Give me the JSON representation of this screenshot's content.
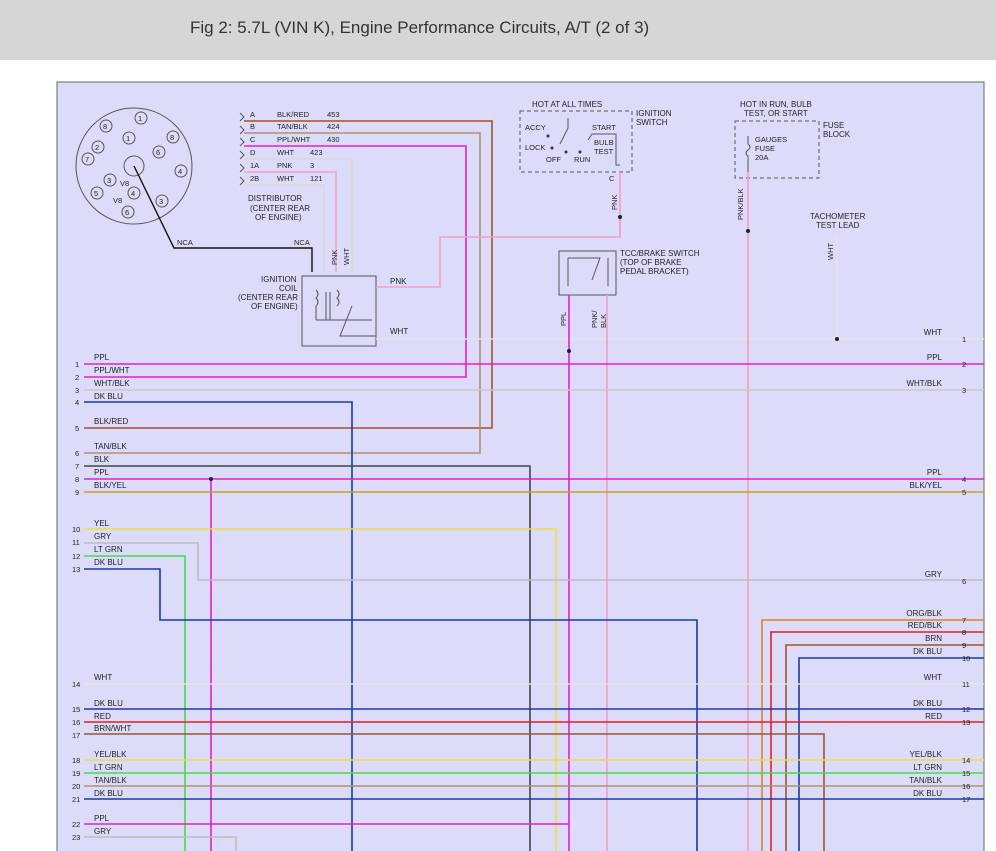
{
  "page": {
    "title": "Fig 2: 5.7L (VIN K), Engine Performance Circuits, A/T (2 of 3)"
  },
  "colors": {
    "background": "#dcdcfa",
    "pink": "#f0a0c8",
    "magenta": "#e020d0",
    "brown": "#a0522d",
    "tan": "#b09070",
    "gray": "#bdbdbd",
    "white": "#e4e4e4",
    "blue": "#1a3aa8",
    "dark": "#333333",
    "yellow": "#e8e040",
    "green": "#40e040",
    "red": "#e02020",
    "orange": "#e08020"
  },
  "distributor": {
    "pins": [
      {
        "letter": "A",
        "color": "BLK/RED",
        "circuit": "453"
      },
      {
        "letter": "B",
        "color": "TAN/BLK",
        "circuit": "424"
      },
      {
        "letter": "C",
        "color": "PPL/WHT",
        "circuit": "430"
      },
      {
        "letter": "D",
        "color": "WHT",
        "circuit": "423"
      },
      {
        "letter": "1A",
        "color": "PNK",
        "circuit": "3"
      },
      {
        "letter": "2B",
        "color": "WHT",
        "circuit": "121"
      }
    ],
    "cap_numbers": [
      "1",
      "2",
      "3",
      "4",
      "5",
      "6",
      "7",
      "8"
    ],
    "cap_label_v8a": "V8",
    "cap_label_v8b": "V8",
    "label": [
      "DISTRIBUTOR",
      "(CENTER REAR",
      "OF ENGINE)"
    ],
    "nca_left": "NCA",
    "nca_right": "NCA"
  },
  "coil": {
    "label": [
      "IGNITION",
      "COIL",
      "(CENTER REAR",
      "OF ENGINE)"
    ],
    "pnk": "PNK",
    "wht": "WHT",
    "vpnk": "PNK",
    "vwht": "WHT"
  },
  "ignition_switch": {
    "hot_label": "HOT AT ALL TIMES",
    "label": [
      "IGNITION",
      "SWITCH"
    ],
    "positions": [
      "ACCY",
      "LOCK",
      "OFF",
      "RUN",
      "START",
      "BULB",
      "TEST"
    ],
    "terminal": "C",
    "wire": "PNK"
  },
  "fuse_block": {
    "hot_label": [
      "HOT IN RUN, BULB",
      "TEST, OR START"
    ],
    "label": [
      "FUSE",
      "BLOCK"
    ],
    "fuse": [
      "GAUGES",
      "FUSE",
      "20A"
    ],
    "wire": "PNK/BLK"
  },
  "tach": {
    "label": [
      "TACHOMETER",
      "TEST LEAD"
    ],
    "wire": "WHT"
  },
  "tcc": {
    "label": [
      "TCC/BRAKE SWITCH",
      "(TOP OF BRAKE",
      "PEDAL BRACKET)"
    ],
    "left_wire": "PPL",
    "right_wire": [
      "PNK/",
      "BLK"
    ]
  },
  "left_connector": [
    {
      "pin": "1",
      "label": "PPL"
    },
    {
      "pin": "",
      "label": "PPL/WHT"
    },
    {
      "pin": "2",
      "label": "WHT/BLK"
    },
    {
      "pin": "3",
      "label": "DK BLU"
    },
    {
      "pin": "4",
      "label": ""
    },
    {
      "pin": "",
      "label": "BLK/RED"
    },
    {
      "pin": "5",
      "label": ""
    },
    {
      "pin": "",
      "label": "TAN/BLK"
    },
    {
      "pin": "6",
      "label": "BLK"
    },
    {
      "pin": "7",
      "label": "PPL"
    },
    {
      "pin": "8",
      "label": "BLK/YEL"
    },
    {
      "pin": "9",
      "label": ""
    },
    {
      "pin": "",
      "label": "YEL"
    },
    {
      "pin": "10",
      "label": "GRY"
    },
    {
      "pin": "11",
      "label": "LT GRN"
    },
    {
      "pin": "12",
      "label": "DK BLU"
    },
    {
      "pin": "13",
      "label": ""
    },
    {
      "pin": "",
      "label": "WHT"
    },
    {
      "pin": "14",
      "label": ""
    },
    {
      "pin": "",
      "label": "DK BLU"
    },
    {
      "pin": "15",
      "label": "RED"
    },
    {
      "pin": "16",
      "label": "BRN/WHT"
    },
    {
      "pin": "17",
      "label": ""
    },
    {
      "pin": "",
      "label": "YEL/BLK"
    },
    {
      "pin": "18",
      "label": "LT GRN"
    },
    {
      "pin": "19",
      "label": "TAN/BLK"
    },
    {
      "pin": "20",
      "label": "DK BLU"
    },
    {
      "pin": "21",
      "label": ""
    },
    {
      "pin": "",
      "label": "PPL"
    },
    {
      "pin": "22",
      "label": "GRY"
    },
    {
      "pin": "23",
      "label": ""
    }
  ],
  "right_connector": [
    {
      "pin": "1",
      "label": "WHT"
    },
    {
      "pin": "2",
      "label": "PPL"
    },
    {
      "pin": "3",
      "label": "WHT/BLK"
    },
    {
      "pin": "4",
      "label": "PPL"
    },
    {
      "pin": "5",
      "label": "BLK/YEL"
    },
    {
      "pin": "6",
      "label": "GRY"
    },
    {
      "pin": "7",
      "label": "ORG/BLK"
    },
    {
      "pin": "8",
      "label": "RED/BLK"
    },
    {
      "pin": "9",
      "label": "BRN"
    },
    {
      "pin": "10",
      "label": "DK BLU"
    },
    {
      "pin": "11",
      "label": "WHT"
    },
    {
      "pin": "12",
      "label": "DK BLU"
    },
    {
      "pin": "13",
      "label": "RED"
    },
    {
      "pin": "14",
      "label": "YEL/BLK"
    },
    {
      "pin": "15",
      "label": "LT GRN"
    },
    {
      "pin": "16",
      "label": "TAN/BLK"
    },
    {
      "pin": "17",
      "label": "DK BLU"
    }
  ]
}
